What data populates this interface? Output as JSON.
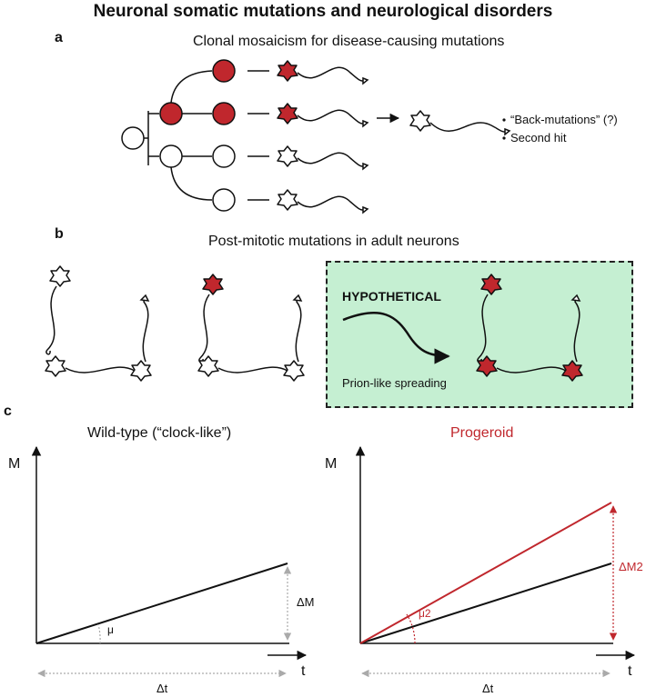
{
  "title": "Neuronal somatic mutations and neurological disorders",
  "panel_a": {
    "letter": "a",
    "subtitle": "Clonal mosaicism for disease-causing mutations",
    "notes": [
      "“Back-mutations” (?)",
      "Second hit"
    ]
  },
  "panel_b": {
    "letter": "b",
    "subtitle": "Post-mitotic mutations in adult neurons",
    "hypothetical_label": "HYPOTHETICAL",
    "spreading_label": "Prion-like spreading"
  },
  "panel_c": {
    "letter": "c",
    "left_plot": {
      "title": "Wild-type (“clock-like”)",
      "y_axis_label": "M",
      "x_axis_label": "t",
      "angle_label": "μ",
      "delta_y_label": "ΔM",
      "delta_x_label": "Δt"
    },
    "right_plot": {
      "title": "Progeroid",
      "y_axis_label": "M",
      "x_axis_label": "t",
      "angle_label": "μ2",
      "delta_y_label": "ΔM2",
      "delta_x_label": "Δt"
    }
  },
  "colors": {
    "mutant_red": "#c0272d",
    "hypothetical_bg": "#c5efd2",
    "guide_gray": "#aaaaaa"
  }
}
